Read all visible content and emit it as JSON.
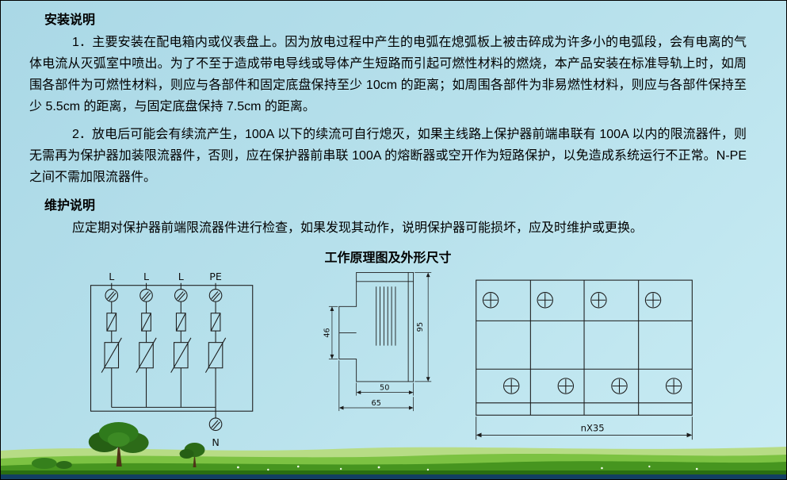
{
  "document": {
    "install": {
      "heading": "安装说明",
      "paragraphs": [
        "1．主要安装在配电箱内或仪表盘上。因为放电过程中产生的电弧在熄弧板上被击碎成为许多小的电弧段，会有电离的气体电流从灭弧室中喷出。为了不至于造成带电导线或导体产生短路而引起可燃性材料的燃烧，本产品安装在标准导轨上时，如周围各部件为可燃性材料，则应与各部件和固定底盘保持至少 10cm 的距离；如周围各部件为非易燃性材料，则应与各部件保持至少 5.5cm 的距离，与固定底盘保持 7.5cm 的距离。",
        "2．放电后可能会有续流产生，100A 以下的续流可自行熄灭，如果主线路上保护器前端串联有 100A 以内的限流器件，则无需再为保护器加装限流器件，否则，应在保护器前串联 100A 的熔断器或空开作为短路保护，以免造成系统运行不正常。N-PE 之间不需加限流器件。"
      ]
    },
    "maintenance": {
      "heading": "维护说明",
      "paragraphs": [
        "应定期对保护器前端限流器件进行检查，如果发现其动作，说明保护器可能损坏，应及时维护或更换。"
      ]
    },
    "diagram_title": "工作原理图及外形尺寸"
  },
  "circuit_diagram": {
    "terminal_labels": [
      "L",
      "L",
      "L",
      "PE"
    ],
    "neutral_label": "N"
  },
  "side_view": {
    "rail_section_height": "46",
    "total_height": "95",
    "body_width": "50",
    "total_depth": "65"
  },
  "front_view": {
    "module_width_label": "nX35"
  },
  "colors": {
    "sky": "#b4dfe9",
    "grass_light": "#b7dc85",
    "grass_mid": "#7cc242",
    "grass_dark": "#46951f",
    "footer_band": "#123f63",
    "line": "#1c1c1c",
    "text": "#000000"
  }
}
